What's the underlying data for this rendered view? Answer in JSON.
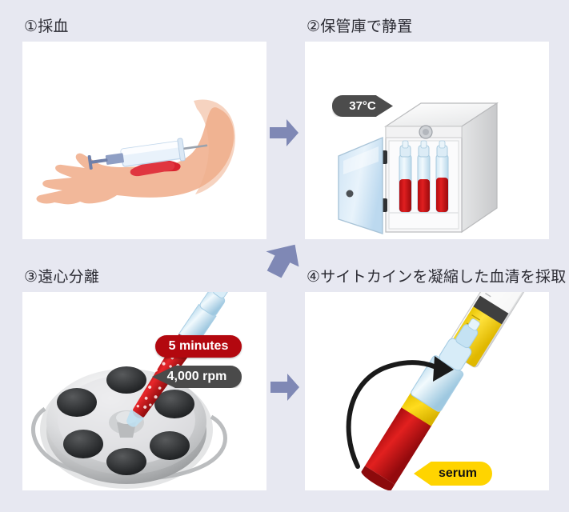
{
  "background_color": "#e7e8f1",
  "accent_arrow_color": "#7f88b5",
  "card_color": "#ffffff",
  "title_color": "#2b2b33",
  "figure": {
    "type": "process-flow",
    "step_count": 4,
    "language": "ja",
    "description": "血清採取の4ステップ工程図"
  },
  "panels": [
    {
      "id": "panel-1",
      "title": "①採血",
      "number_label": "①",
      "illustration": "arm-with-syringe-blood-draw",
      "badges": []
    },
    {
      "id": "panel-2",
      "title": "②保管庫で静置",
      "number_label": "②",
      "illustration": "incubator-cabinet-with-blood-tubes",
      "badges": [
        {
          "id": "temperature",
          "label": "37°C",
          "color": "#4c4c4c",
          "text_color": "#ffffff"
        }
      ]
    },
    {
      "id": "panel-3",
      "title": "③遠心分離",
      "number_label": "③",
      "illustration": "centrifuge-rotor-with-blood-tube",
      "badges": [
        {
          "id": "duration",
          "label": "5 minutes",
          "color": "#b3080f",
          "text_color": "#ffffff"
        },
        {
          "id": "speed",
          "label": "4,000 rpm",
          "color": "#4a4a4a",
          "text_color": "#ffffff"
        }
      ]
    },
    {
      "id": "panel-4",
      "title": "④サイトカインを凝縮した血清を採取",
      "number_label": "④",
      "illustration": "syringe-transferring-serum-from-tube",
      "badges": [
        {
          "id": "serum",
          "label": "serum",
          "color": "#ffd400",
          "text_color": "#121212"
        }
      ]
    }
  ],
  "arrows": [
    {
      "id": "arrow-1",
      "direction": "right",
      "from": "panel-1",
      "to": "panel-2",
      "color": "#7f88b5"
    },
    {
      "id": "arrow-2",
      "direction": "down-left",
      "from": "panel-2",
      "to": "panel-3",
      "color": "#7f88b5"
    },
    {
      "id": "arrow-3",
      "direction": "right",
      "from": "panel-3",
      "to": "panel-4",
      "color": "#7f88b5"
    }
  ]
}
